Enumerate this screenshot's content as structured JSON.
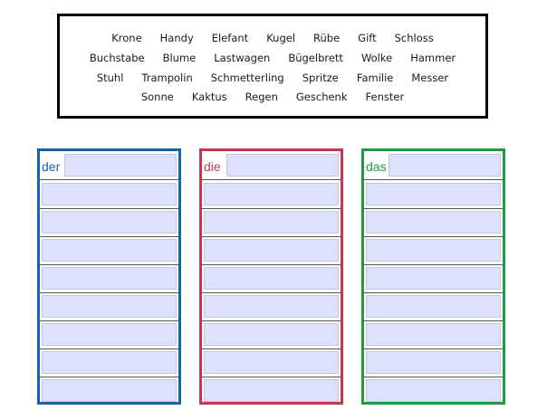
{
  "word_bank": {
    "rows": [
      [
        "Krone",
        "Handy",
        "Elefant",
        "Kugel",
        "Rübe",
        "Gift",
        "Schloss"
      ],
      [
        "Buchstabe",
        "Blume",
        "Lastwagen",
        "Bügelbrett",
        "Wolke",
        "Hammer"
      ],
      [
        "Stuhl",
        "Trampolin",
        "Schmetterling",
        "Spritze",
        "Familie",
        "Messer"
      ],
      [
        "Sonne",
        "Kaktus",
        "Regen",
        "Geschenk",
        "Fenster"
      ]
    ]
  },
  "columns": [
    {
      "article": "der",
      "color": "#1166aa",
      "answer_slots": 9
    },
    {
      "article": "die",
      "color": "#c0394f",
      "answer_slots": 9
    },
    {
      "article": "das",
      "color": "#229944",
      "answer_slots": 9
    }
  ],
  "colors": {
    "slot_fill": "#dde1fb",
    "word_bank_border": "#000000"
  }
}
